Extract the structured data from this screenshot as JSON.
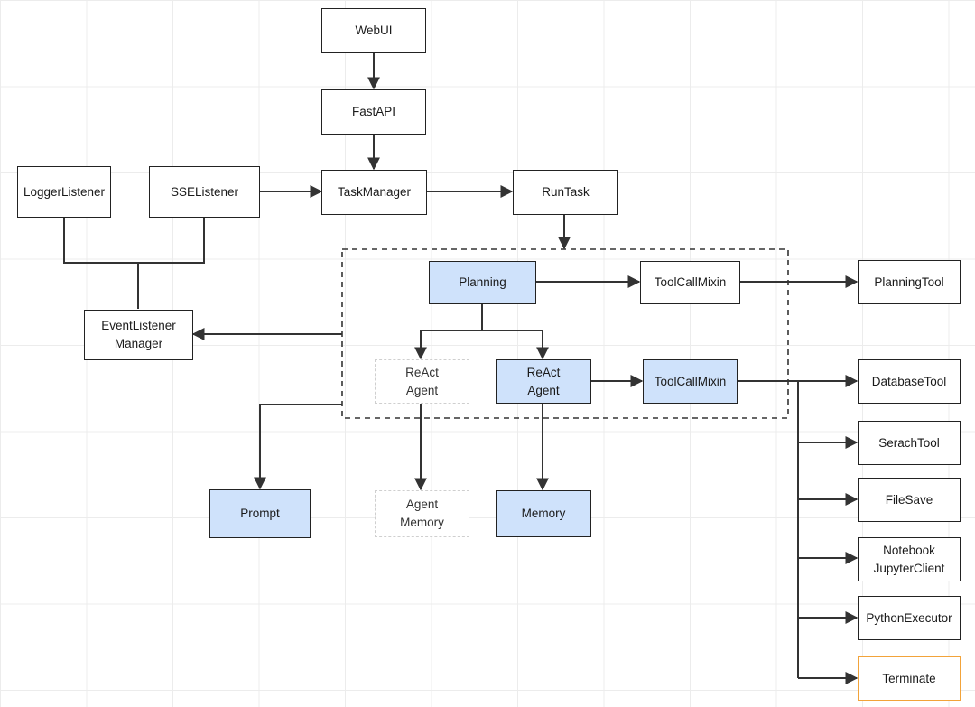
{
  "nodes": {
    "webui": "WebUI",
    "fastapi": "FastAPI",
    "logger_listener": "LoggerListener",
    "sse_listener": "SSEListener",
    "task_manager": "TaskManager",
    "run_task": "RunTask",
    "event_listener_manager": "EventListener\nManager",
    "planning": "Planning",
    "toolcallmixin_top": "ToolCallMixin",
    "planning_tool": "PlanningTool",
    "react_agent_dashed": "ReAct\nAgent",
    "react_agent": "ReAct\nAgent",
    "toolcallmixin_mid": "ToolCallMixin",
    "database_tool": "DatabaseTool",
    "search_tool": "SerachTool",
    "file_save": "FileSave",
    "notebook_jupyter": "Notebook\nJupyterClient",
    "python_executor": "PythonExecutor",
    "terminate": "Terminate",
    "prompt": "Prompt",
    "agent_memory": "Agent\nMemory",
    "memory": "Memory"
  },
  "colors": {
    "highlight_fill": "#cfe2fb",
    "terminate_border": "#f2a33a",
    "dashed_border": "#cfcfcf",
    "stroke": "#222222"
  }
}
